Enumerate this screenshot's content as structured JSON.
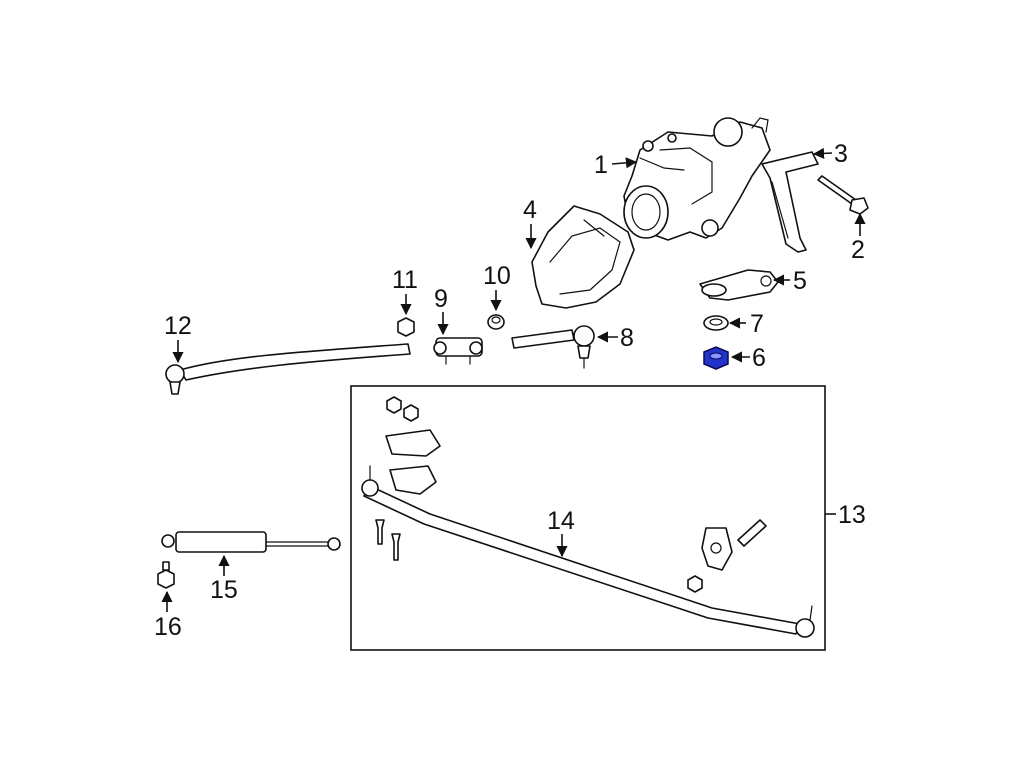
{
  "callouts": {
    "c1": "1",
    "c2": "2",
    "c3": "3",
    "c4": "4",
    "c5": "5",
    "c6": "6",
    "c7": "7",
    "c8": "8",
    "c9": "9",
    "c10": "10",
    "c11": "11",
    "c12": "12",
    "c13": "13",
    "c14": "14",
    "c15": "15",
    "c16": "16"
  },
  "colors": {
    "line": "#111111",
    "highlight": "#2233cc",
    "background": "#ffffff"
  }
}
